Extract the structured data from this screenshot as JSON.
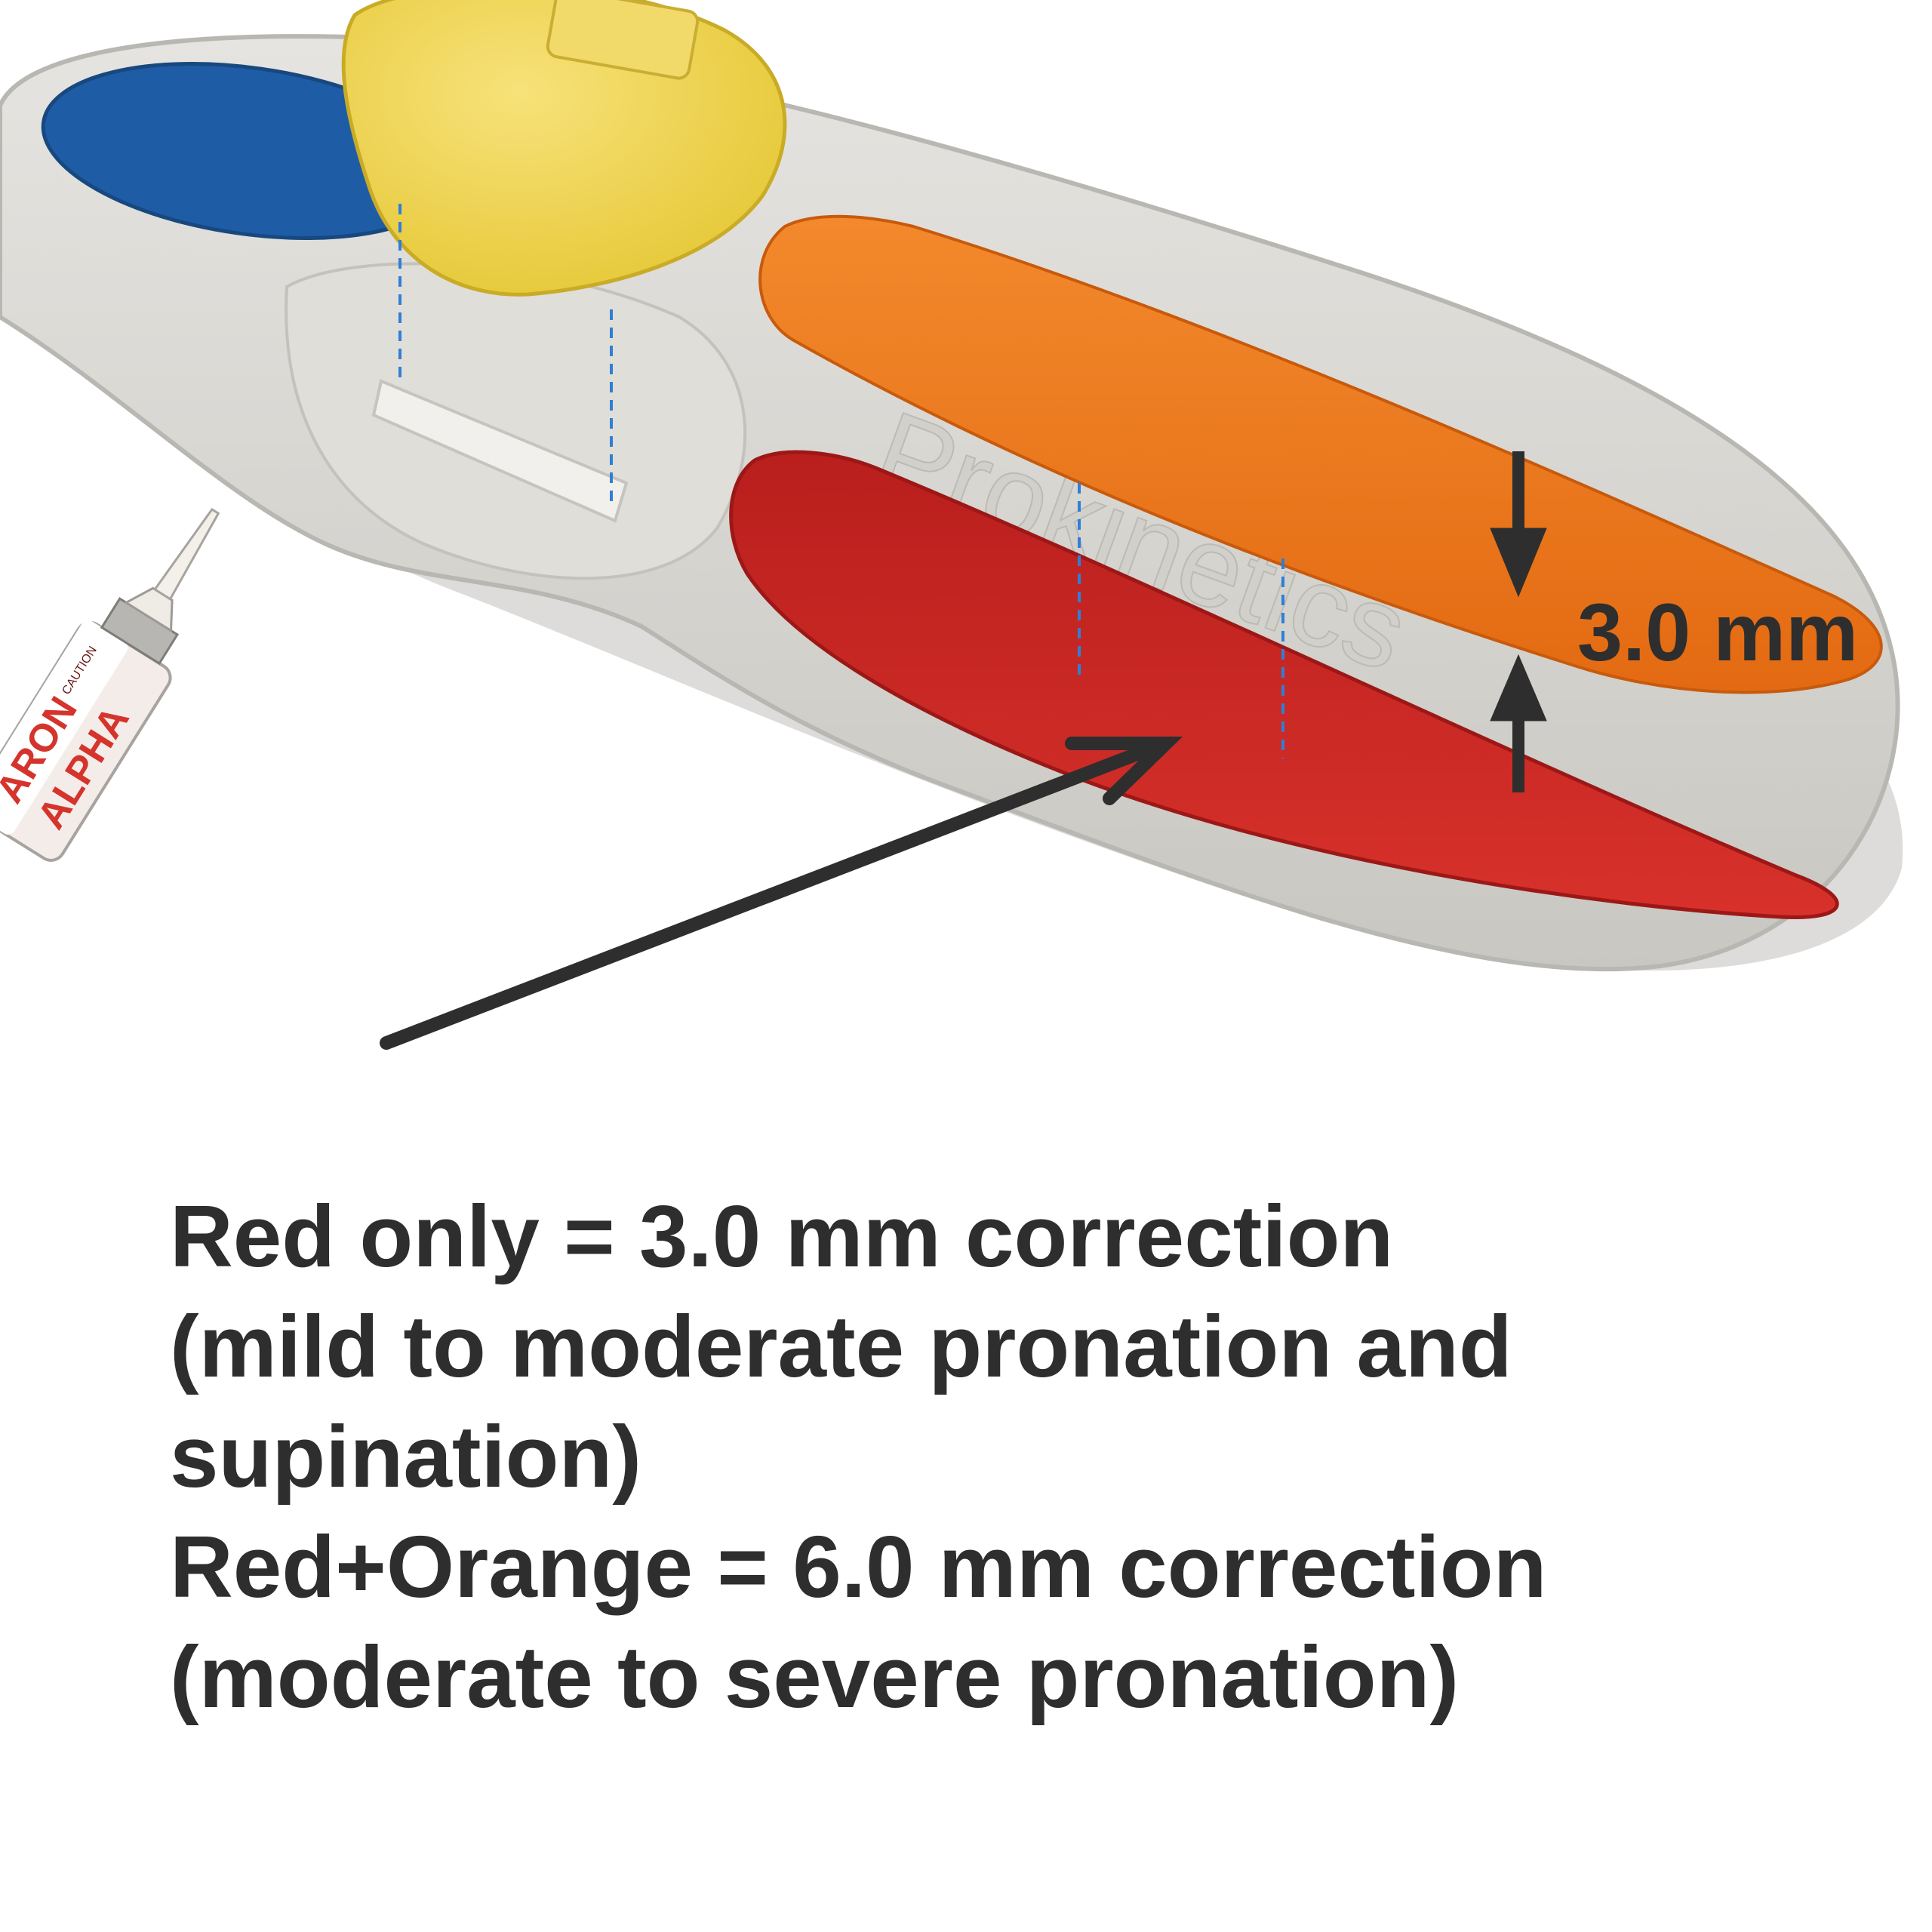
{
  "measurement_label": "3.0 mm",
  "insole_brand_text": "Prokinetics",
  "glue_tube_text": {
    "brand": "ARON",
    "product": "ALPHA",
    "warning": "CAUTION"
  },
  "caption": {
    "lines": [
      "Red only = 3.0 mm correction",
      "(mild to moderate pronation and",
      "supination)",
      "Red+Orange = 6.0 mm correction",
      "(moderate to severe pronation)"
    ]
  },
  "colors": {
    "insole": "#d8d6d2",
    "heel_pad": "#1f5ca6",
    "metatarsal_pad": "#f0d64a",
    "top_wedge": "#f07a1c",
    "bottom_wedge": "#cf2a26",
    "guide_lines": "#2f7fd6",
    "arrows": "#2e2e2e",
    "text": "#2e2e2e"
  }
}
